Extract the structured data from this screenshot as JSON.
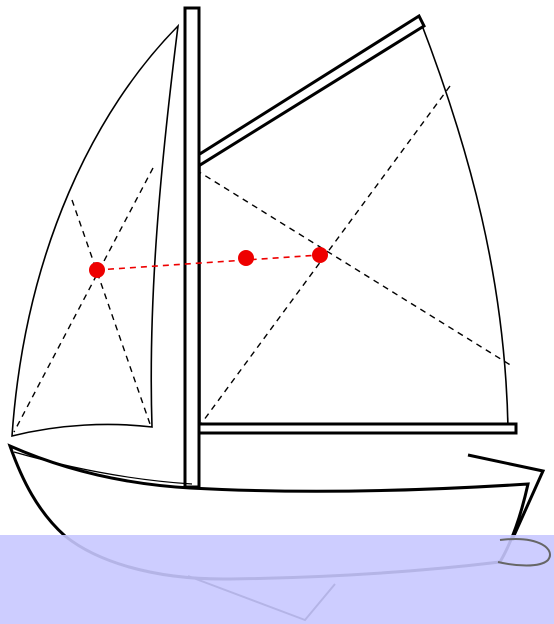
{
  "diagram": {
    "subject": "sailboat",
    "colors": {
      "outline": "#000000",
      "water": "#c8c8ff",
      "water_alpha": 0.9,
      "center_point": "#ee0000",
      "center_line": "#ee0000",
      "diagonal": "#000000",
      "background": "#ffffff"
    },
    "elements": {
      "foresail": {
        "diagonals": 2,
        "centroid_marked": true
      },
      "mainsail": {
        "diagonals": 2,
        "centroid_marked": true
      },
      "combined_center": {
        "marked": true
      }
    }
  }
}
